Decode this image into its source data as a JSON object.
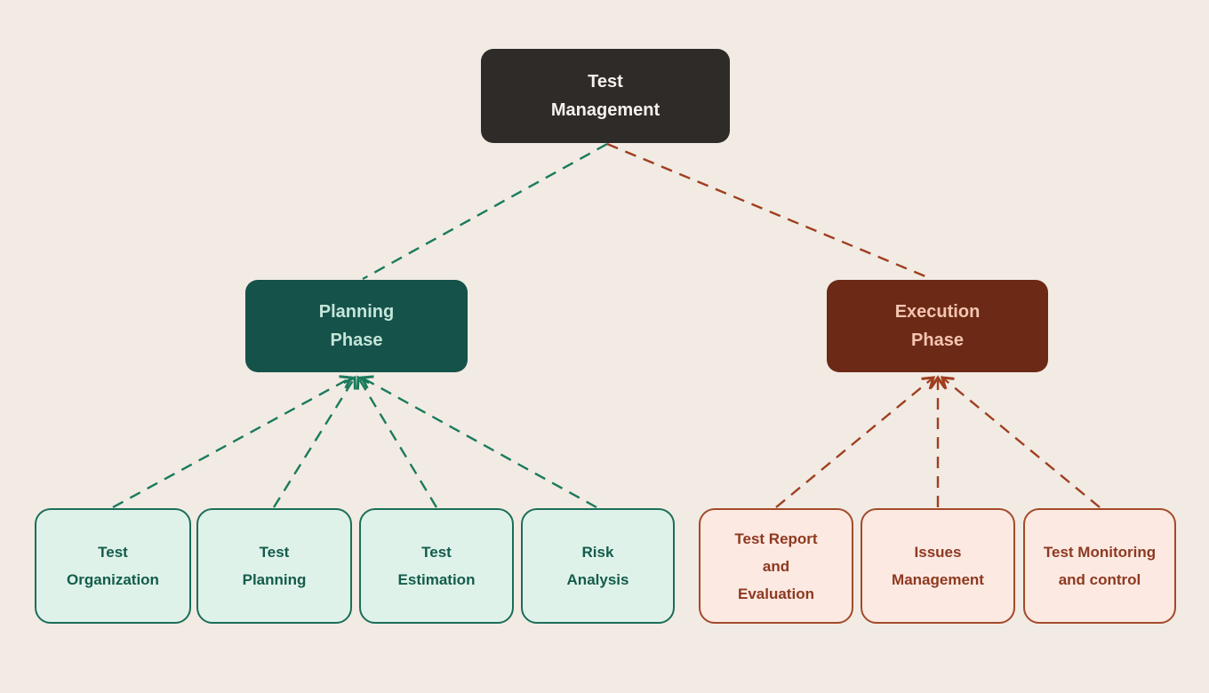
{
  "diagram": {
    "title": "Test Management mind map",
    "root": {
      "label": "Test\nManagement"
    },
    "planning": {
      "label": "Planning\nPhase",
      "children": [
        {
          "label": "Test\nOrganization"
        },
        {
          "label": "Test\nPlanning"
        },
        {
          "label": "Test\nEstimation"
        },
        {
          "label": "Risk\nAnalysis"
        }
      ]
    },
    "execution": {
      "label": "Execution\nPhase",
      "children": [
        {
          "label": "Test Report\nand\nEvaluation"
        },
        {
          "label": "Issues\nManagement"
        },
        {
          "label": "Test Monitoring\nand control"
        }
      ]
    }
  },
  "colors": {
    "canvas_bg": "#F1EBE4",
    "root_bg": "#2E2B29",
    "root_fg": "#F5F1EB",
    "planning_bg": "#15524A",
    "planning_fg": "#C4E5D8",
    "execution_bg": "#6C2A16",
    "execution_fg": "#F4C5B2",
    "leaf_green_bg": "#DFF2EA",
    "leaf_green_border": "#1B6E58",
    "leaf_green_fg": "#135C4B",
    "leaf_red_bg": "#FBE9E2",
    "leaf_red_border": "#A34A2A",
    "leaf_red_fg": "#8E3920",
    "edge_green": "#1B7A5C",
    "edge_red": "#A03E1F"
  }
}
